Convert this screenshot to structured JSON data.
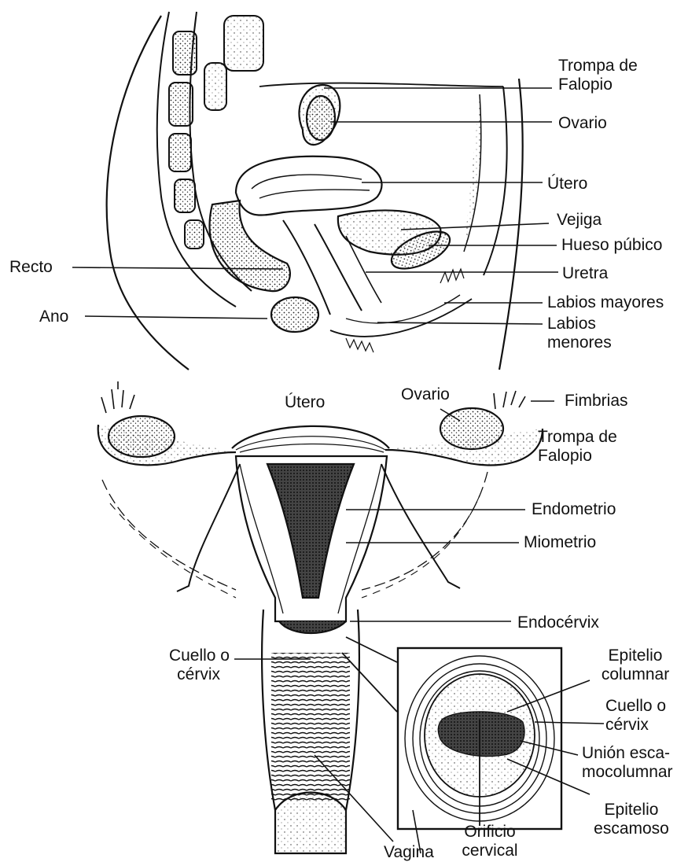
{
  "sagittal_view": {
    "labels": {
      "trompa": [
        "Trompa de",
        "Falopio"
      ],
      "ovario": "Ovario",
      "utero": "Útero",
      "vejiga": "Vejiga",
      "hueso_pubico": "Hueso púbico",
      "uretra": "Uretra",
      "labios_mayores": "Labios mayores",
      "labios_menores": [
        "Labios",
        "menores"
      ],
      "recto": "Recto",
      "ano": "Ano"
    }
  },
  "frontal_view": {
    "labels": {
      "utero": "Útero",
      "ovario": "Ovario",
      "fimbrias": "Fimbrias",
      "trompa": [
        "Trompa de",
        "Falopio"
      ],
      "endometrio": "Endometrio",
      "miometrio": "Miometrio",
      "endocervix": "Endocérvix",
      "cuello": [
        "Cuello o",
        "cérvix"
      ],
      "vagina": "Vagina"
    }
  },
  "cervix_inset": {
    "labels": {
      "epitelio_columnar": [
        "Epitelio",
        "columnar"
      ],
      "cuello": [
        "Cuello o",
        "cérvix"
      ],
      "union": [
        "Unión esca-",
        "mocolumnar"
      ],
      "epitelio_escamoso": [
        "Epitelio",
        "escamoso"
      ],
      "orificio": [
        "Orificio",
        "cervical"
      ]
    }
  },
  "colors": {
    "ink": "#111111",
    "paper": "#ffffff"
  }
}
